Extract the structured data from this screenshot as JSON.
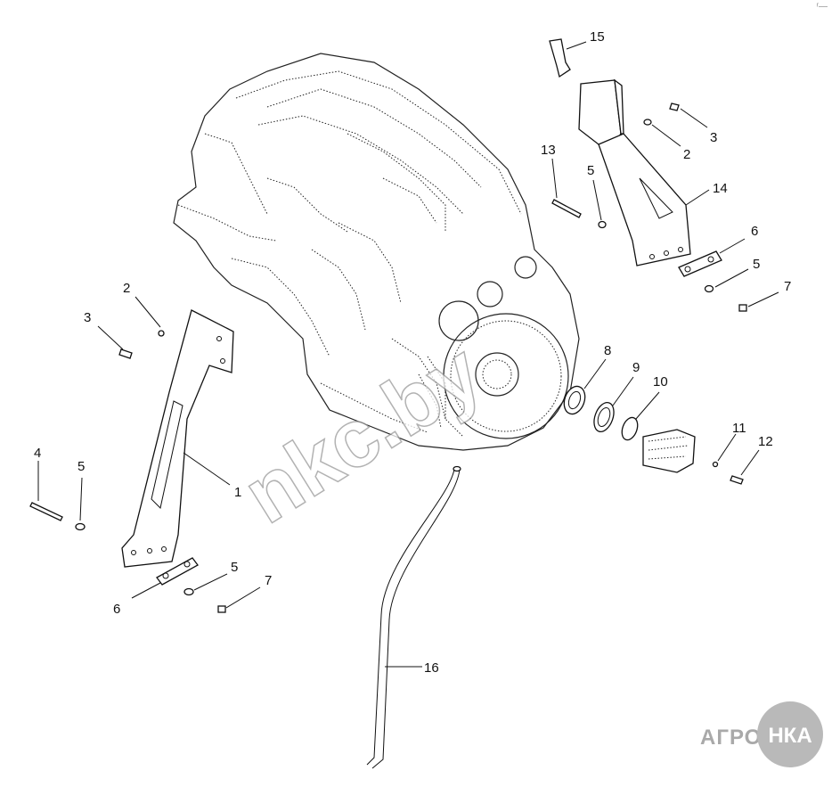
{
  "callouts": [
    {
      "label": "1"
    },
    {
      "label": "2"
    },
    {
      "label": "3"
    },
    {
      "label": "4"
    },
    {
      "label": "5"
    },
    {
      "label": "6"
    },
    {
      "label": "5"
    },
    {
      "label": "7"
    },
    {
      "label": "15"
    },
    {
      "label": "3"
    },
    {
      "label": "2"
    },
    {
      "label": "13"
    },
    {
      "label": "5"
    },
    {
      "label": "14"
    },
    {
      "label": "6"
    },
    {
      "label": "5"
    },
    {
      "label": "7"
    },
    {
      "label": "8"
    },
    {
      "label": "9"
    },
    {
      "label": "10"
    },
    {
      "label": "11"
    },
    {
      "label": "12"
    },
    {
      "label": "16"
    }
  ],
  "watermark": "nkс.by",
  "corner_mark": "ʳ—",
  "logo": {
    "left": "АГРО",
    "circle": "НКА"
  }
}
